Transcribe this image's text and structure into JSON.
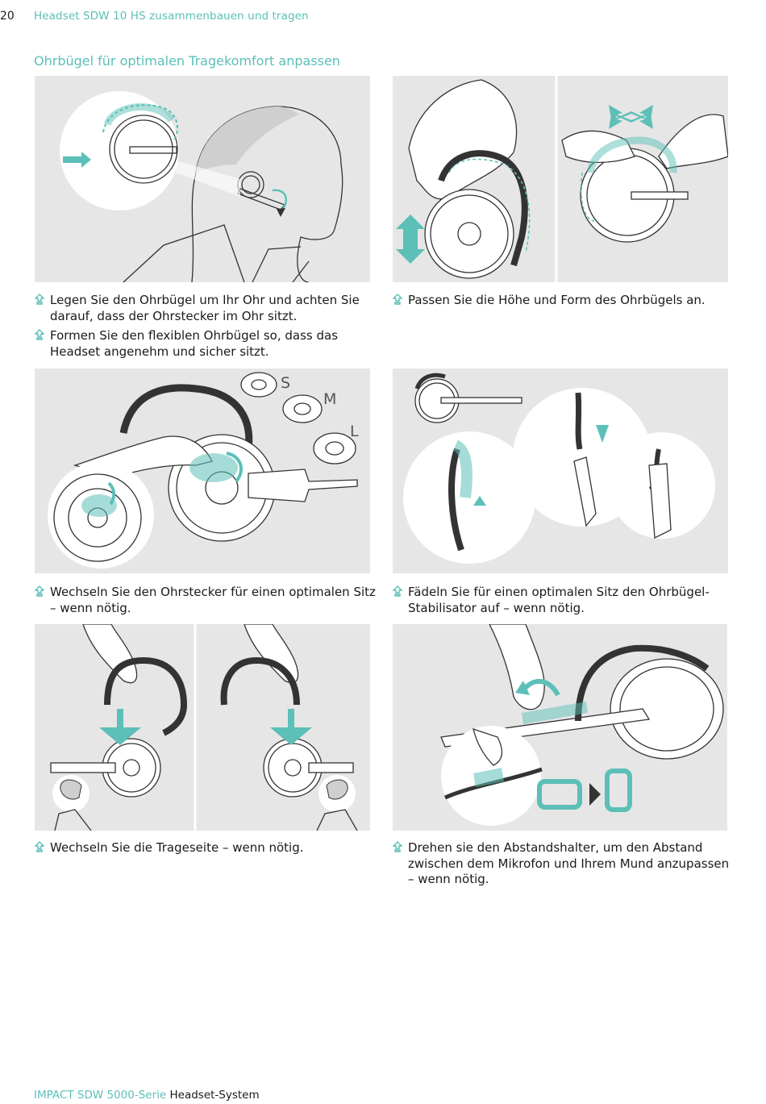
{
  "page_number": "20",
  "running_header": "Headset SDW 10 HS zusammenbauen und tragen",
  "section_title": "Ohrbügel für optimalen Tragekomfort anpassen",
  "accent_color": "#5cbfb8",
  "panel_bg": "#e6e6e6",
  "bullet_icon": "hand-pointer-icon",
  "captions": {
    "p1_b1": "Legen Sie den Ohrbügel um Ihr Ohr und achten Sie darauf, dass der Ohrstecker im Ohr sitzt.",
    "p1_b2": "Formen Sie den flexiblen Ohrbügel so, dass das Headset angenehm und sicher sitzt.",
    "p2_b1": "Passen Sie die Höhe und Form des Ohrbügels an.",
    "p3_b1": "Wechseln Sie den Ohrstecker für einen optimalen Sitz – wenn nötig.",
    "p4_b1": "Fädeln Sie für einen optimalen Sitz den Ohrbügel-Stabilisator auf – wenn nötig.",
    "p5_b1": "Wechseln Sie die Trageseite – wenn nötig.",
    "p6_b1": "Drehen sie den Abstandshalter, um den Abstand zwischen dem Mikrofon und Ihrem Mund anzupassen – wenn nötig."
  },
  "size_labels": {
    "s": "S",
    "m": "M",
    "l": "L"
  },
  "footer": {
    "brand": "IMPACT SDW 5000-Serie",
    "system": "Headset-System"
  }
}
